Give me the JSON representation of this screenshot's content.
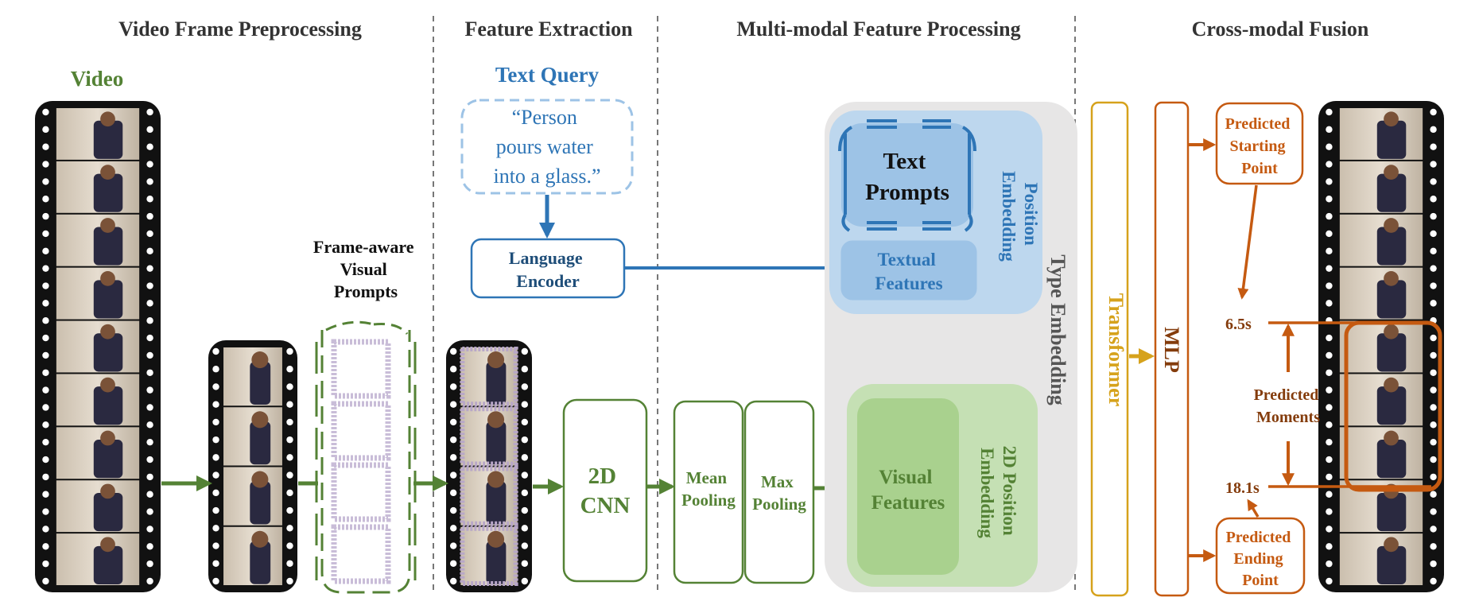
{
  "colors": {
    "green": "#548235",
    "blue": "#2e75b6",
    "orange": "#c55a11",
    "gold": "#d6a21c",
    "gray_text": "#555555",
    "light_green": "#c5e0b4",
    "light_blue": "#bdd7ee",
    "gray_panel": "#e7e6e6"
  },
  "sections": {
    "preprocessing": "Video Frame Preprocessing",
    "extraction": "Feature Extraction",
    "processing": "Multi-modal Feature Processing",
    "fusion": "Cross-modal Fusion"
  },
  "video_label": "Video",
  "visual_prompts": [
    "Frame-aware",
    "Visual",
    "Prompts"
  ],
  "text_query": {
    "title": "Text Query",
    "lines": [
      "“Person",
      "pours water",
      "into a glass.”"
    ]
  },
  "language_encoder": [
    "Language",
    "Encoder"
  ],
  "cnn": [
    "2D",
    "CNN"
  ],
  "mean_pooling": [
    "Mean",
    "Pooling"
  ],
  "max_pooling": [
    "Max",
    "Pooling"
  ],
  "text_prompts": [
    "Text",
    "Prompts"
  ],
  "position_embedding": [
    "Position",
    "Embedding"
  ],
  "textual_features": [
    "Textual",
    "Features"
  ],
  "visual_features": [
    "Visual",
    "Features"
  ],
  "pos2d_embedding": [
    "2D Position",
    "Embedding"
  ],
  "type_embedding": "Type Embedding",
  "transformer": "Transformer",
  "mlp": "MLP",
  "pred_start": [
    "Predicted",
    "Starting",
    "Point"
  ],
  "pred_end": [
    "Predicted",
    "Ending",
    "Point"
  ],
  "pred_moments": [
    "Predicted",
    "Moments"
  ],
  "time_start": "6.5s",
  "time_end": "18.1s"
}
